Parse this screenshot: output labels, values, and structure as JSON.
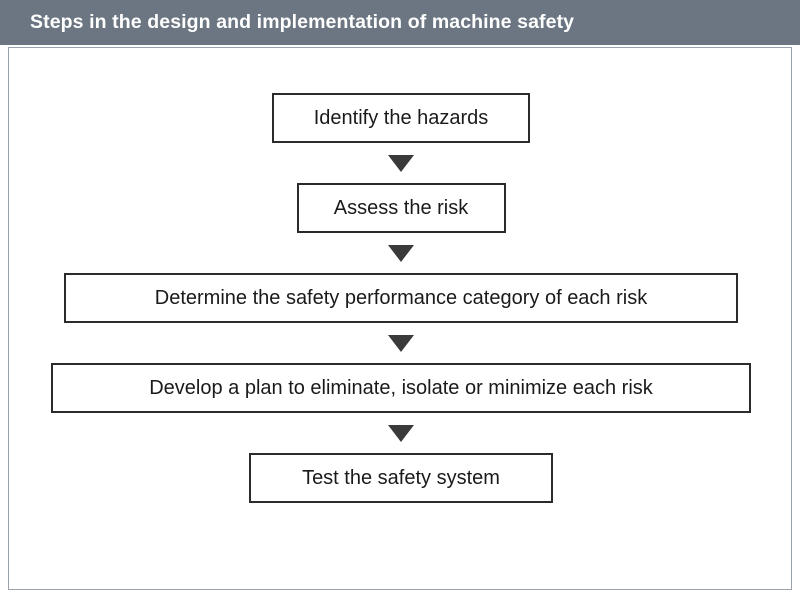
{
  "header": {
    "title": "Steps in the design and implementation of machine safety",
    "background_color": "#6b7682",
    "text_color": "#ffffff"
  },
  "panel": {
    "background_color": "#ffffff",
    "border_color": "#9aa3ad"
  },
  "diagram": {
    "type": "flowchart",
    "orientation": "vertical-top-to-bottom",
    "box_border_color": "#2b2b2b",
    "box_fill_color": "#ffffff",
    "arrow_color": "#3a3a3a",
    "arrow_glyph": "triangle-down",
    "steps": [
      {
        "index": 1,
        "label": "Identify the hazards"
      },
      {
        "index": 2,
        "label": "Assess the risk"
      },
      {
        "index": 3,
        "label": "Determine the safety performance category of each risk"
      },
      {
        "index": 4,
        "label": "Develop a plan to eliminate, isolate or minimize each risk"
      },
      {
        "index": 5,
        "label": "Test the safety system"
      }
    ],
    "connectors": [
      {
        "from": 1,
        "to": 2
      },
      {
        "from": 2,
        "to": 3
      },
      {
        "from": 3,
        "to": 4
      },
      {
        "from": 4,
        "to": 5
      }
    ]
  }
}
